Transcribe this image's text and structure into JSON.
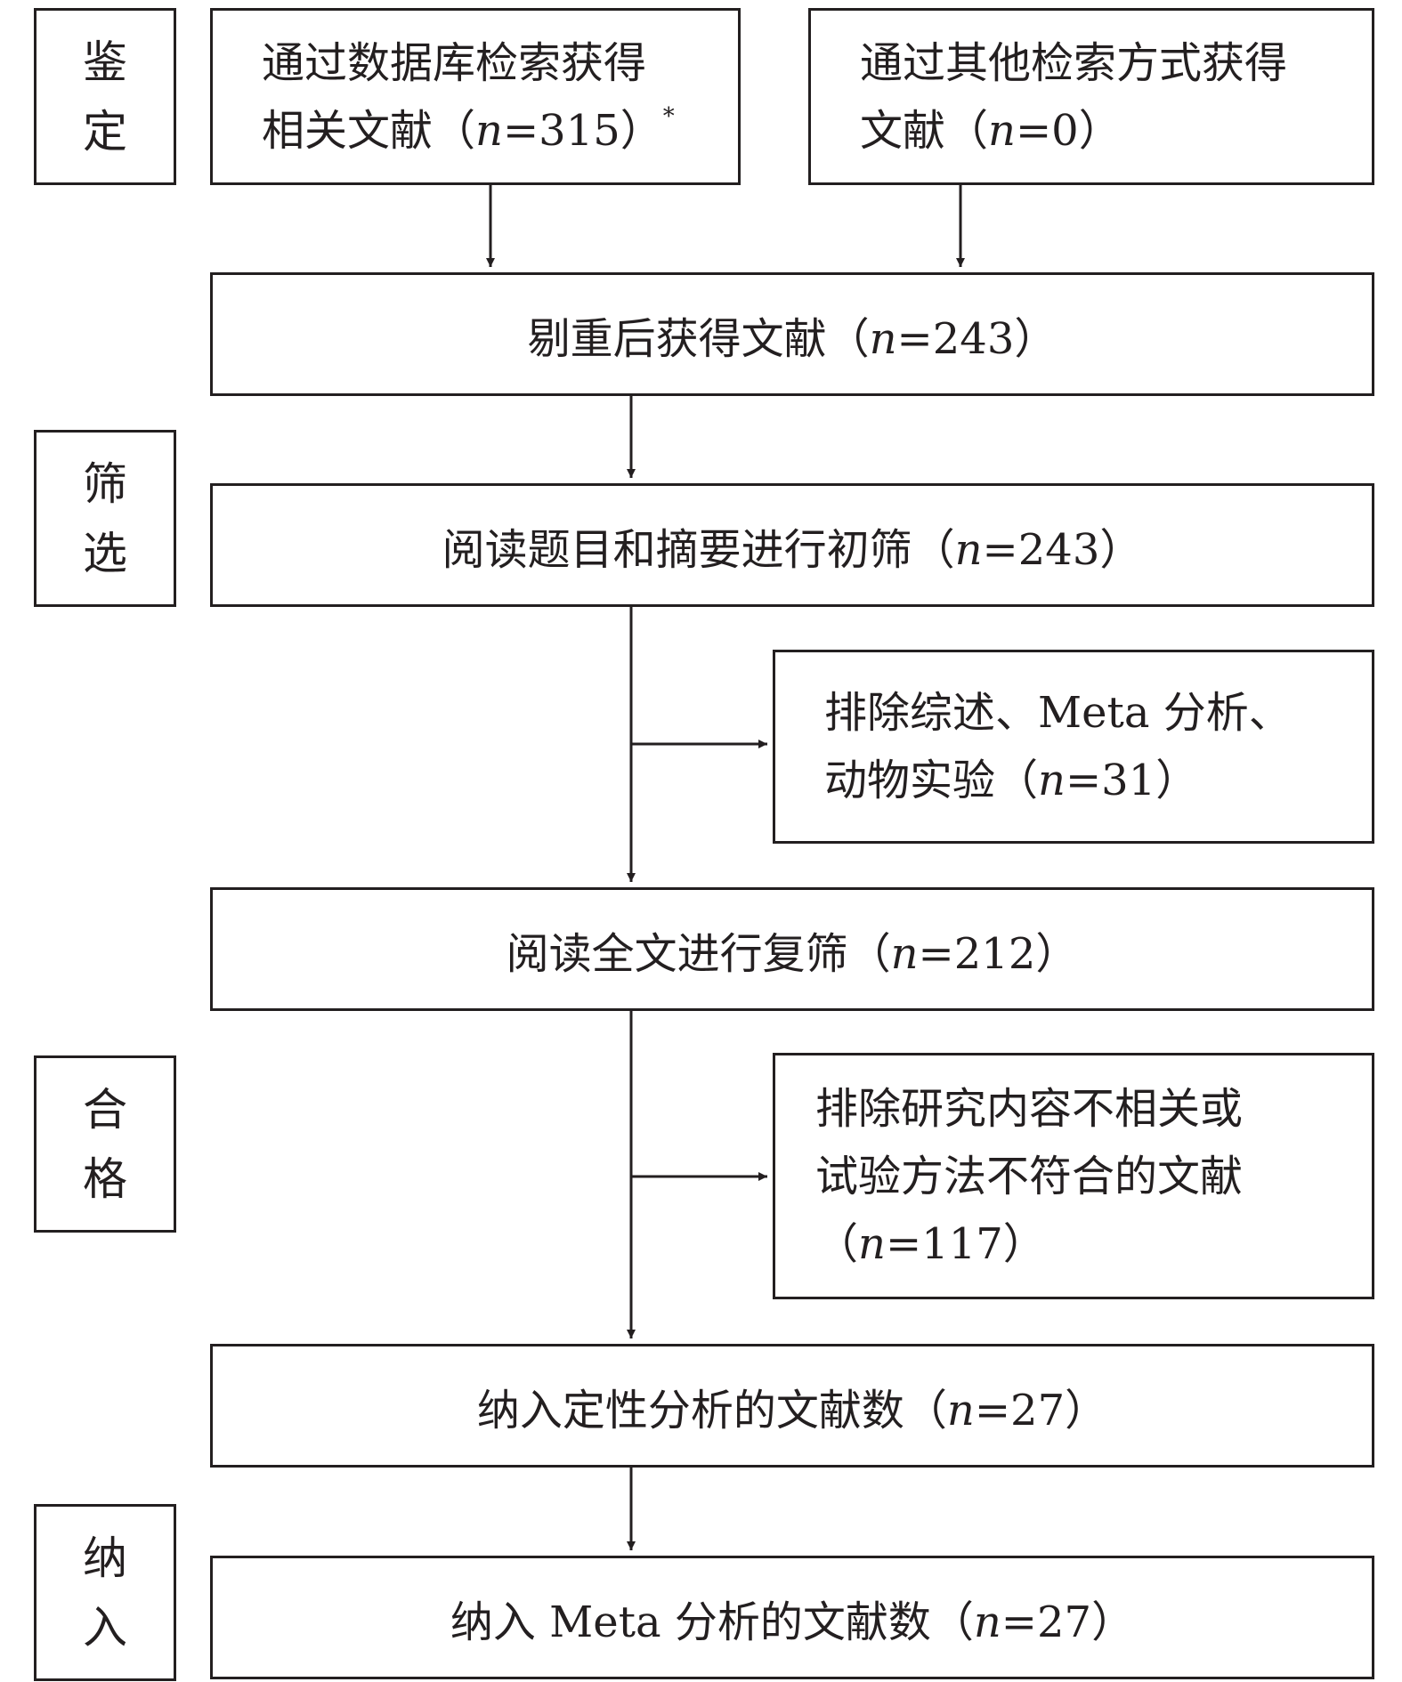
{
  "stages": {
    "identification": [
      "鉴",
      "定"
    ],
    "screening": [
      "筛",
      "选"
    ],
    "eligibility": [
      "合",
      "格"
    ],
    "included": [
      "纳",
      "入"
    ]
  },
  "boxes": {
    "database_search": {
      "line1": "通过数据库检索获得",
      "line2_prefix": "相关文献（",
      "n_label": "n",
      "n_value": "=315",
      "line2_suffix": "）",
      "note_mark": "*"
    },
    "other_search": {
      "line1": "通过其他检索方式获得",
      "line2_prefix": "文献（",
      "n_label": "n",
      "n_value": "=0",
      "line2_suffix": "）"
    },
    "after_dedup": {
      "prefix": "剔重后获得文献（",
      "n_label": "n",
      "n_value": "=243",
      "suffix": "）"
    },
    "title_abstract_screen": {
      "prefix": "阅读题目和摘要进行初筛（",
      "n_label": "n",
      "n_value": "=243",
      "suffix": "）"
    },
    "excluded_reviews": {
      "line1": "排除综述、Meta 分析、",
      "line2_prefix": "动物实验（",
      "n_label": "n",
      "n_value": "=31",
      "line2_suffix": "）"
    },
    "fulltext_screen": {
      "prefix": "阅读全文进行复筛（",
      "n_label": "n",
      "n_value": "=212",
      "suffix": "）"
    },
    "excluded_irrelevant": {
      "line1": "排除研究内容不相关或",
      "line2": "试验方法不符合的文献",
      "line3_prefix": "（",
      "n_label": "n",
      "n_value": "=117",
      "line3_suffix": "）"
    },
    "qualitative": {
      "prefix": "纳入定性分析的文献数（",
      "n_label": "n",
      "n_value": "=27",
      "suffix": "）"
    },
    "meta_analysis": {
      "prefix": "纳入 Meta 分析的文献数（",
      "n_label": "n",
      "n_value": "=27",
      "suffix": "）"
    }
  }
}
